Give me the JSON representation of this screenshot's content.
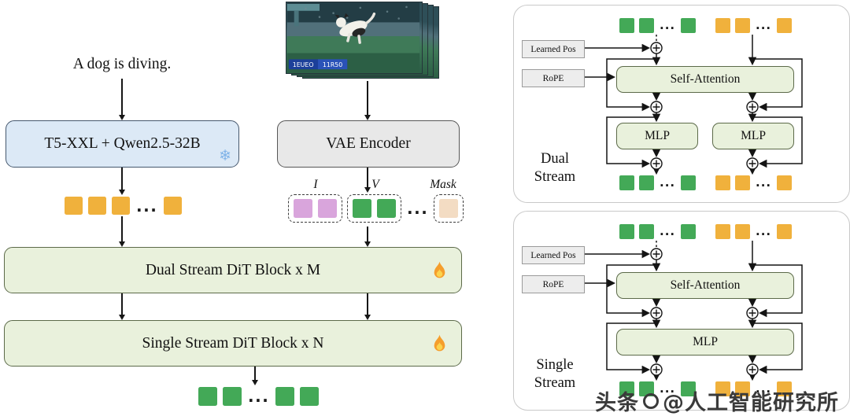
{
  "figure": {
    "prompt": "A dog is diving.",
    "photo_overlay": {
      "left": "1EUEO",
      "right": "11R50"
    },
    "text_encoder_label": "T5-XXL + Qwen2.5-32B",
    "vae_label": "VAE Encoder",
    "latent_labels": {
      "image": "I",
      "video": "V",
      "mask": "Mask"
    },
    "dual_block_label": "Dual Stream DiT Block x M",
    "single_block_label": "Single Stream DiT Block x N",
    "ellipsis": "...",
    "icons": {
      "frozen_snowflake": "❄",
      "trainable_flame": "flame",
      "add_circle": "plus-in-circle"
    },
    "panels": {
      "dual": {
        "learned_pos": "Learned Pos",
        "rope": "RoPE",
        "self_attention": "Self-Attention",
        "mlp_left": "MLP",
        "mlp_right": "MLP",
        "stream_label": "Dual\nStream"
      },
      "single": {
        "learned_pos": "Learned Pos",
        "rope": "RoPE",
        "self_attention": "Self-Attention",
        "mlp": "MLP",
        "stream_label": "Single\nStream"
      }
    },
    "colors": {
      "text_token": "#F0B13C",
      "video_token": "#43A957",
      "image_token": "#D9A5DC",
      "mask_token": "#F3DCC3",
      "encoder_fill": "#DCE9F6",
      "vae_fill": "#E8E8E8",
      "block_fill": "#E9F1DC"
    }
  },
  "watermark": {
    "prefix": "头条",
    "handle": "@人工智能研究所"
  }
}
